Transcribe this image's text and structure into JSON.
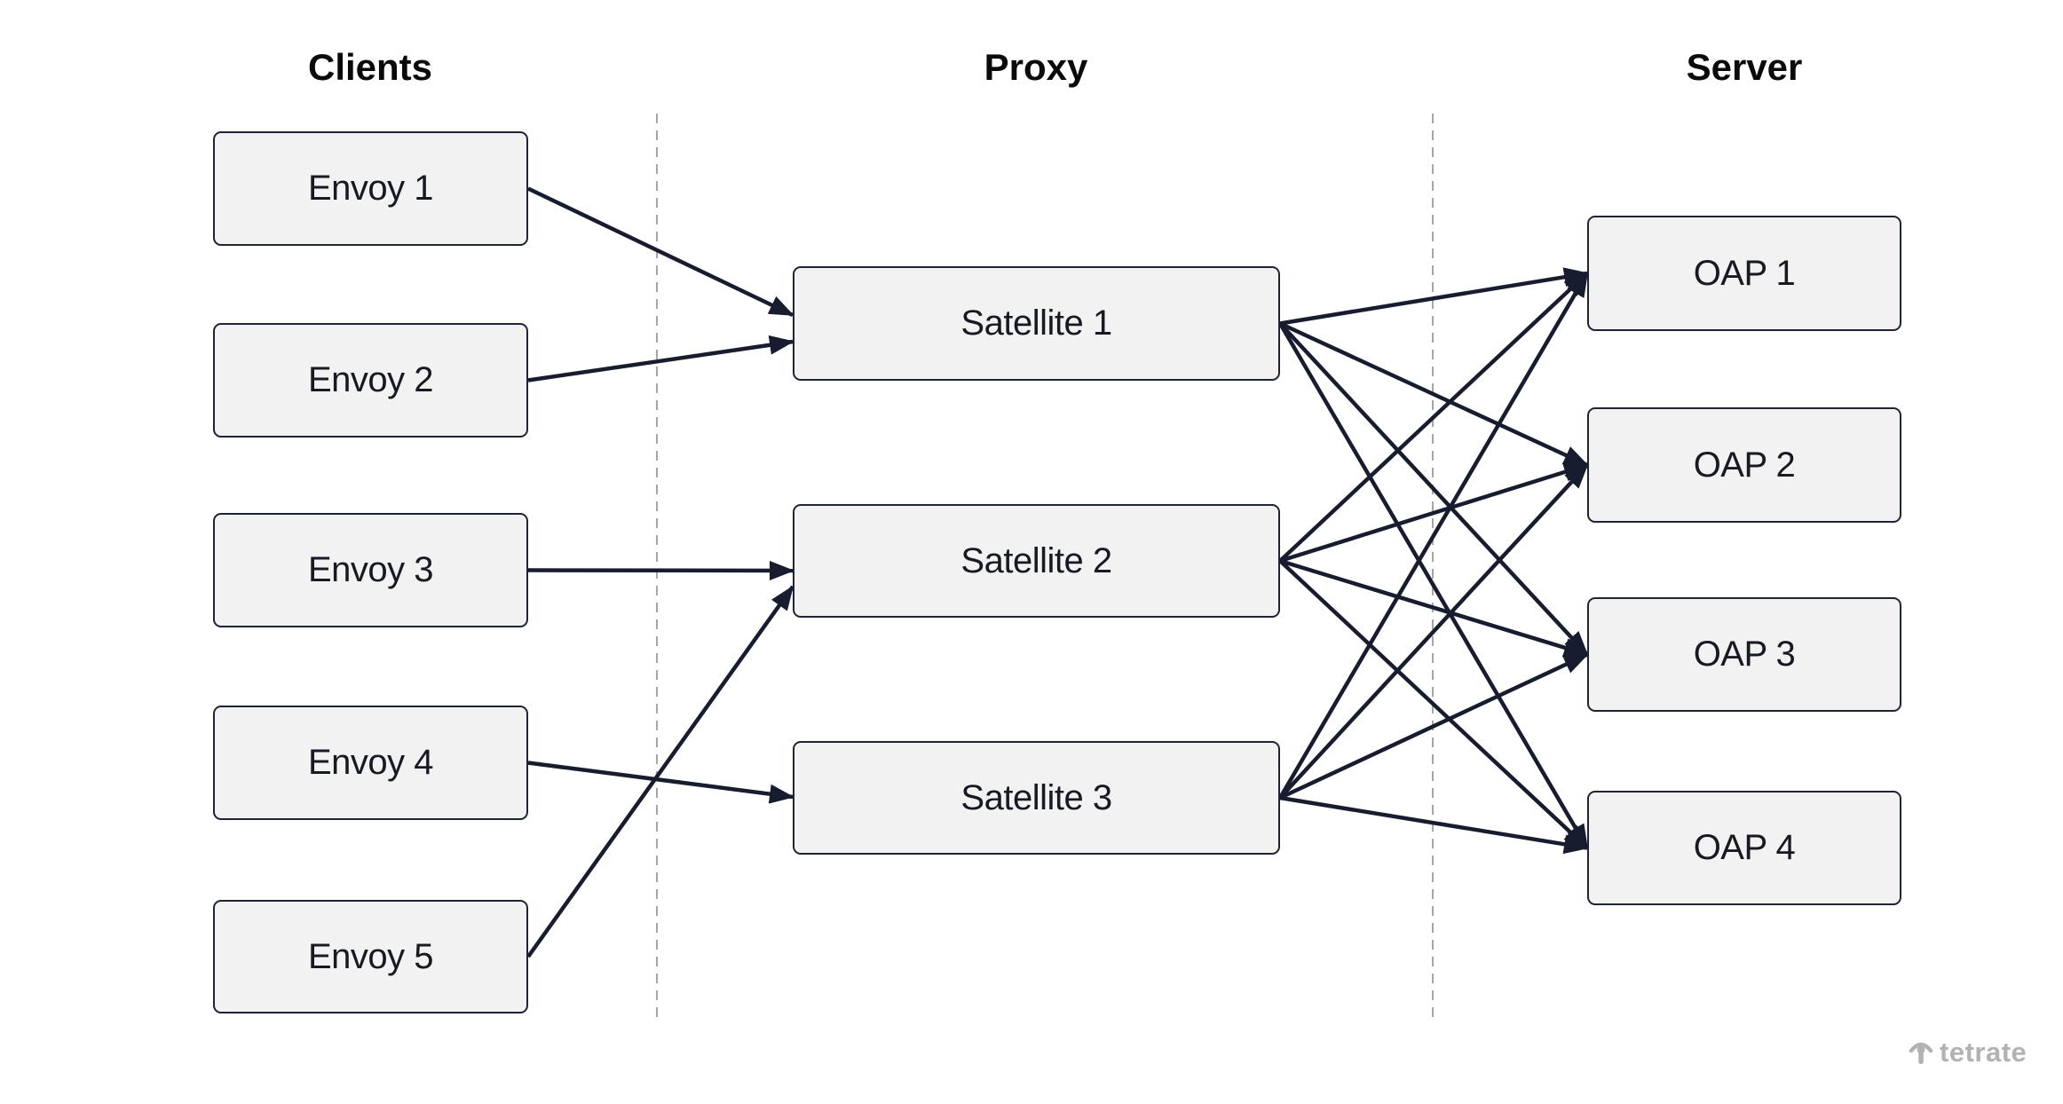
{
  "page": {
    "background": "#ffffff"
  },
  "diagram": {
    "columns": [
      {
        "id": "clients",
        "title": "Clients",
        "nodes": [
          {
            "id": "envoy1",
            "label": "Envoy 1"
          },
          {
            "id": "envoy2",
            "label": "Envoy 2"
          },
          {
            "id": "envoy3",
            "label": "Envoy 3"
          },
          {
            "id": "envoy4",
            "label": "Envoy 4"
          },
          {
            "id": "envoy5",
            "label": "Envoy 5"
          }
        ]
      },
      {
        "id": "proxy",
        "title": "Proxy",
        "nodes": [
          {
            "id": "satellite1",
            "label": "Satellite 1"
          },
          {
            "id": "satellite2",
            "label": "Satellite 2"
          },
          {
            "id": "satellite3",
            "label": "Satellite 3"
          }
        ]
      },
      {
        "id": "server",
        "title": "Server",
        "nodes": [
          {
            "id": "oap1",
            "label": "OAP 1"
          },
          {
            "id": "oap2",
            "label": "OAP 2"
          },
          {
            "id": "oap3",
            "label": "OAP 3"
          },
          {
            "id": "oap4",
            "label": "OAP 4"
          }
        ]
      }
    ],
    "edges": [
      {
        "from": "envoy1",
        "to": "satellite1"
      },
      {
        "from": "envoy2",
        "to": "satellite1"
      },
      {
        "from": "envoy3",
        "to": "satellite2"
      },
      {
        "from": "envoy5",
        "to": "satellite2"
      },
      {
        "from": "envoy4",
        "to": "satellite3"
      },
      {
        "from": "satellite1",
        "to": "oap1"
      },
      {
        "from": "satellite1",
        "to": "oap2"
      },
      {
        "from": "satellite1",
        "to": "oap3"
      },
      {
        "from": "satellite1",
        "to": "oap4"
      },
      {
        "from": "satellite2",
        "to": "oap1"
      },
      {
        "from": "satellite2",
        "to": "oap2"
      },
      {
        "from": "satellite2",
        "to": "oap3"
      },
      {
        "from": "satellite2",
        "to": "oap4"
      },
      {
        "from": "satellite3",
        "to": "oap1"
      },
      {
        "from": "satellite3",
        "to": "oap2"
      },
      {
        "from": "satellite3",
        "to": "oap3"
      },
      {
        "from": "satellite3",
        "to": "oap4"
      }
    ],
    "colors": {
      "node_fill": "#f2f2f2",
      "node_border": "#1e2436",
      "arrow": "#171c2e",
      "divider": "#909090",
      "header_text": "#0a0a0a",
      "label_text": "#171a22",
      "logo_gray": "#b2b2b2"
    }
  },
  "branding": {
    "logo_text": "tetrate"
  }
}
